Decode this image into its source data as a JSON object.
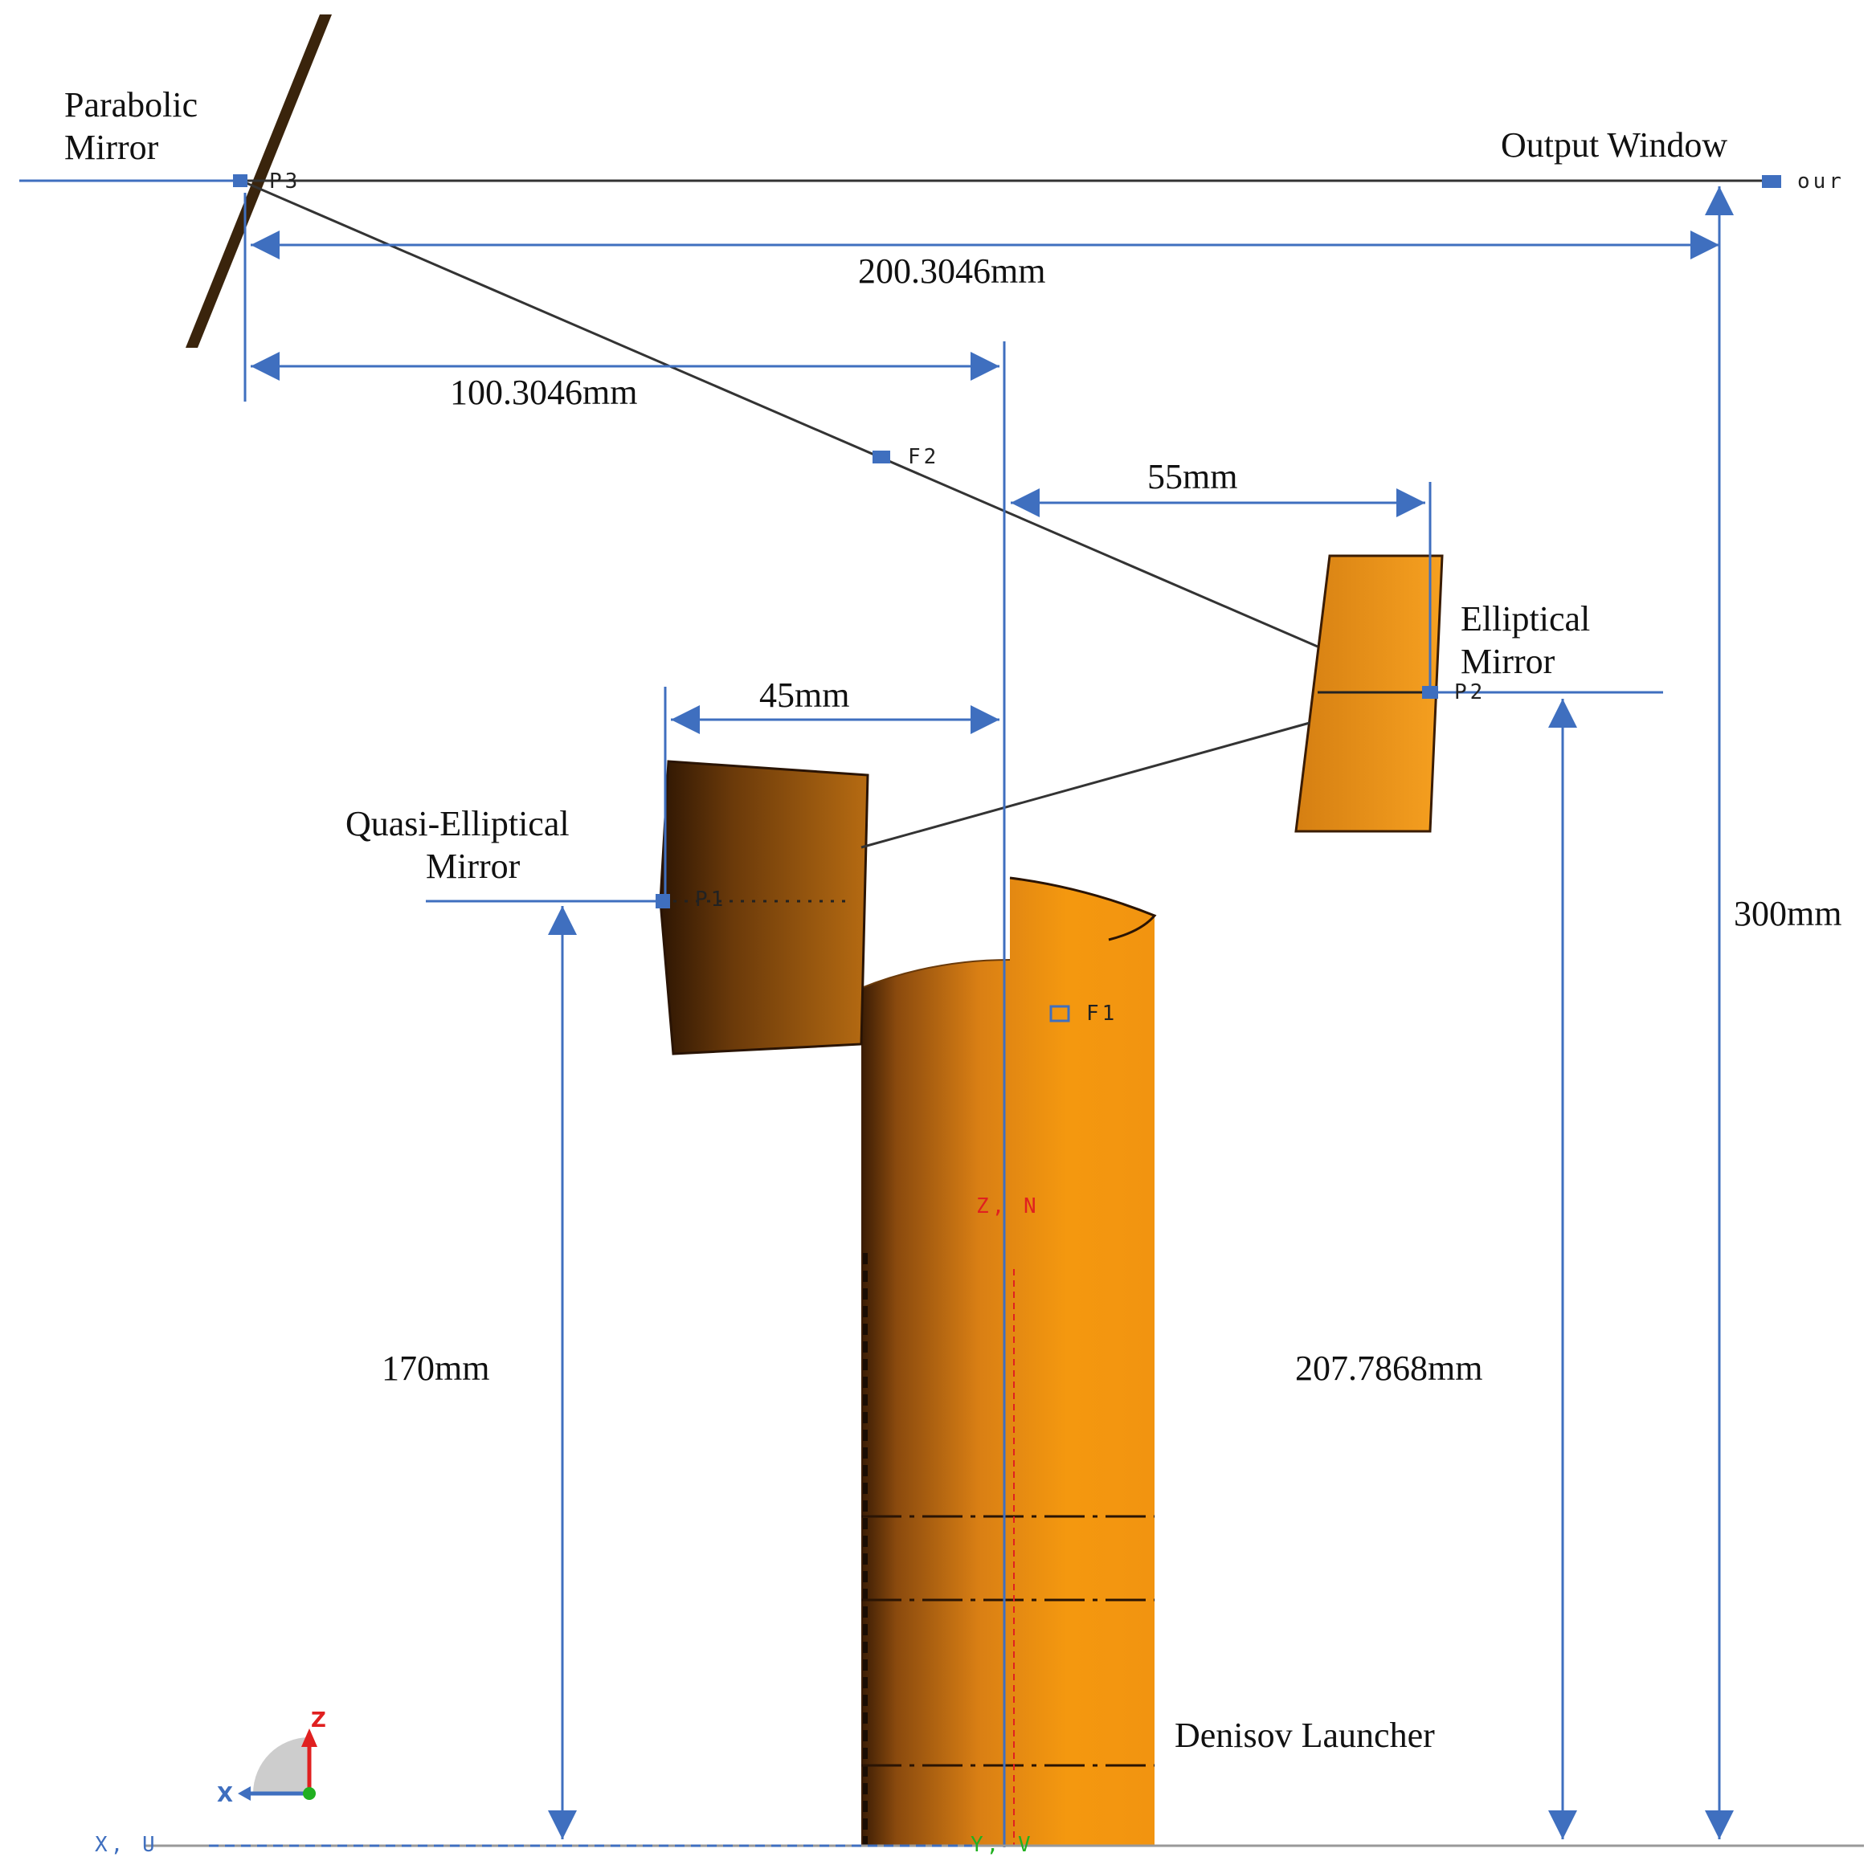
{
  "labels": {
    "parabolic_mirror": [
      "Parabolic",
      "Mirror"
    ],
    "output_window": "Output Window",
    "elliptical_mirror": [
      "Elliptical",
      "Mirror"
    ],
    "quasi_elliptical_mirror": [
      "Quasi-Elliptical",
      "Mirror"
    ],
    "denisov_launcher": "Denisov Launcher"
  },
  "dimensions": {
    "d_200": "200.3046mm",
    "d_100": "100.3046mm",
    "d_55": "55mm",
    "d_45": "45mm",
    "d_300": "300mm",
    "d_170": "170mm",
    "d_207": "207.7868mm"
  },
  "points": {
    "p3": "P3",
    "f2": "F2",
    "p2": "P2",
    "p1": "P1",
    "f1": "F1",
    "our": "our",
    "zn": "Z, N",
    "xu": "X, U",
    "yv": "Y, V"
  },
  "triad": {
    "z": "Z",
    "x": "X"
  },
  "colors": {
    "dimension_line": "#3f6fbf",
    "ray": "#333333",
    "mirror_copper": "#e8901a",
    "mirror_dark": "#5a2f08",
    "parabolic_bar": "#3a240c",
    "axis_red": "#e02020",
    "axis_green": "#20b020"
  }
}
